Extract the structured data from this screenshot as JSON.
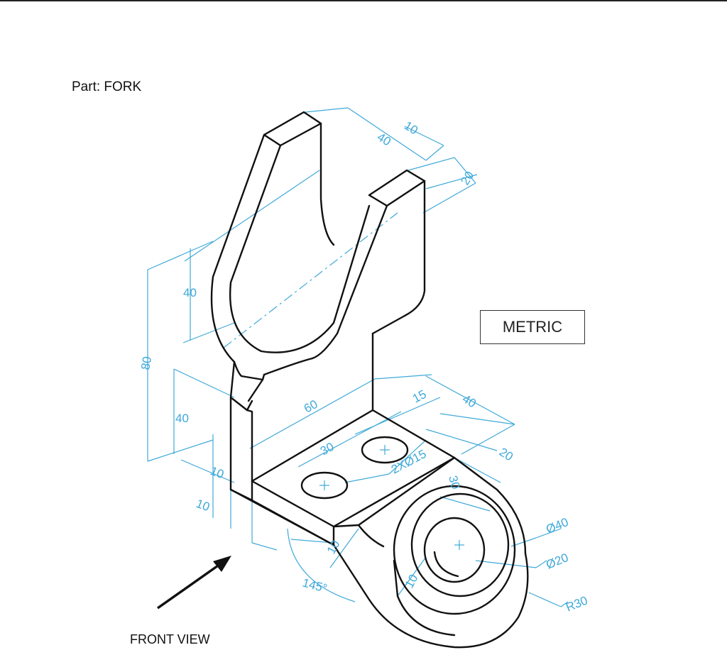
{
  "title": "Part: FORK",
  "units_label": "METRIC",
  "view_label": "FRONT VIEW",
  "dimensions": {
    "fork_width": "40",
    "fork_thickness": "10",
    "fork_depth": "20",
    "slot_depth": "40",
    "overall_height": "80",
    "lower_height": "40",
    "base_thickness_1": "10",
    "base_thickness_2": "10",
    "base_length": "60",
    "hole_spacing": "30",
    "edge_offset": "15",
    "base_width": "40",
    "edge_depth": "20",
    "hole_callout": "2XØ15",
    "boss_distance": "30",
    "lug_thickness_1": "10",
    "lug_thickness_2": "10",
    "bend_angle": "145°",
    "boss_diameter": "Ø40",
    "bore_diameter": "Ø20",
    "lug_radius": "R30"
  },
  "colors": {
    "dimension": "#3fa9d9",
    "object": "#111111"
  }
}
